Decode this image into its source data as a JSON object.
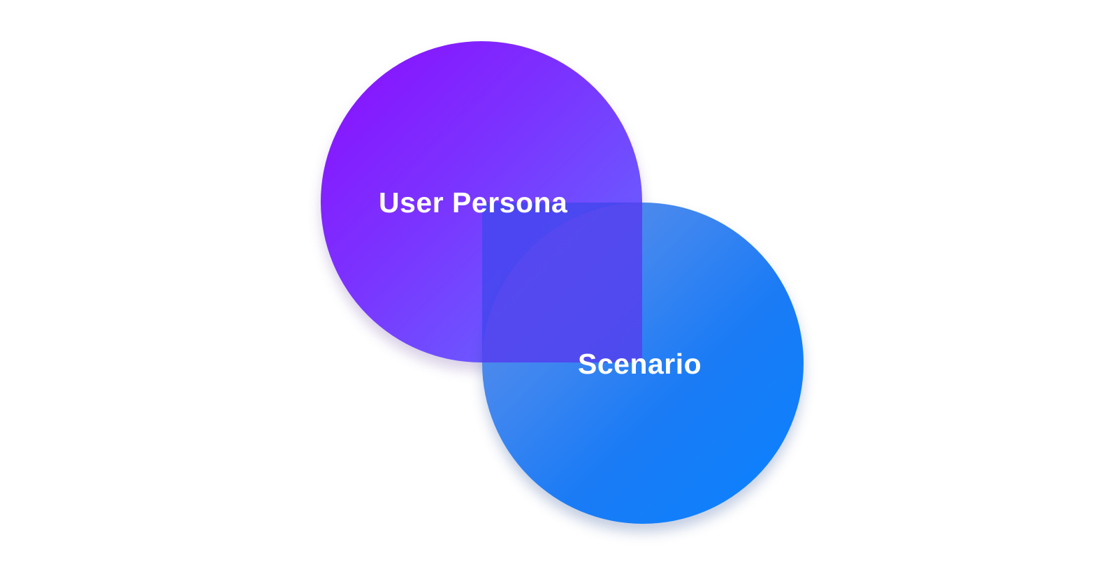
{
  "diagram": {
    "type": "venn",
    "sets": [
      {
        "label": "User Persona",
        "color": "#8b0cff"
      },
      {
        "label": "Scenario",
        "color": "#0a82ff"
      }
    ],
    "overlap_color": "#4a4cee"
  }
}
